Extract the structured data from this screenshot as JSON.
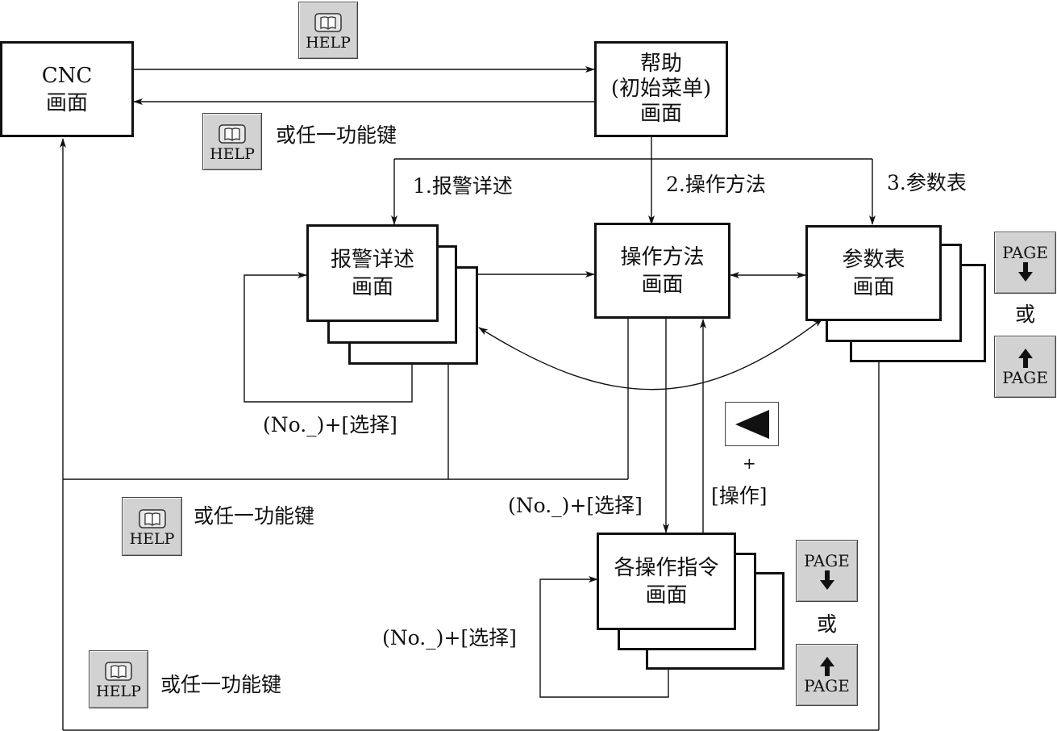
{
  "boxes": {
    "cnc": [
      "CNC",
      "画面"
    ],
    "help": [
      "帮助",
      "(初始菜单)",
      "画面"
    ],
    "alarm": [
      "报警详述",
      "画面"
    ],
    "method": [
      "操作方法",
      "画面"
    ],
    "param": [
      "参数表",
      "画面"
    ],
    "commands": [
      "各操作指令",
      "画面"
    ]
  },
  "labels": {
    "branch1": "1.报警详述",
    "branch2": "2.操作方法",
    "branch3": "3.参数表",
    "help_return_top": "或任一功能键",
    "help_return_mid": "或任一功能键",
    "help_return_bottom": "或任一功能键",
    "select_alarm": "(No._)+[选择]",
    "select_method": "(No._)+[选择]",
    "select_commands": "(No._)+[选择]",
    "or_param": "或",
    "or_commands": "或",
    "plus": "+",
    "operate": "[操作]"
  },
  "keys": {
    "help": "HELP",
    "page": "PAGE"
  },
  "icons": {
    "help_key": "book-icon",
    "page_down": "arrow-down-icon",
    "page_up": "arrow-up-icon",
    "back": "back-triangle-icon"
  },
  "colors": {
    "line": "#111111",
    "key_fill": "#d2d2d2"
  }
}
